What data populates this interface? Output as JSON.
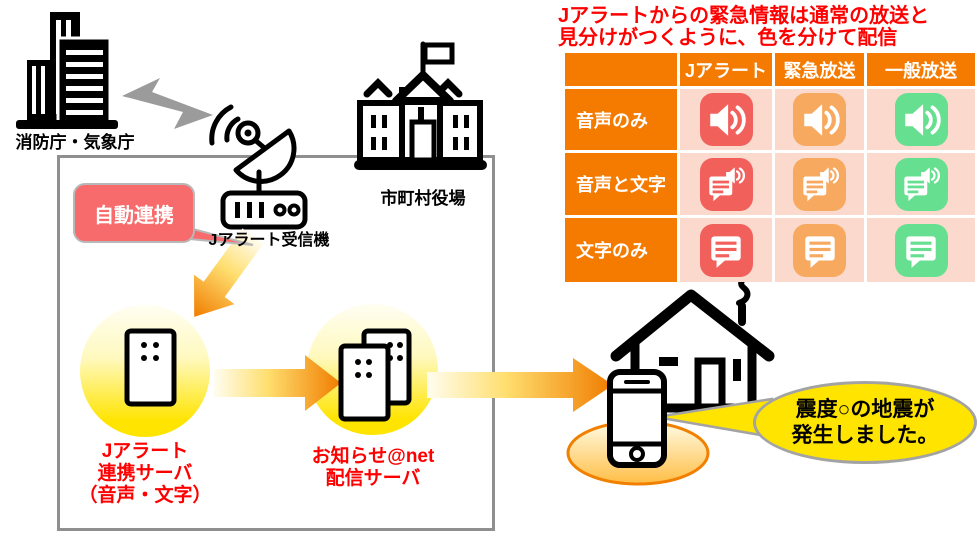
{
  "colors": {
    "orange": "#f57b00",
    "cell-bg": "#fbd9cc",
    "red-text": "#ff0000",
    "icon-jalert": "#f2605c",
    "icon-emergency": "#f6a95f",
    "icon-general": "#67df90",
    "bubble-salmon": "#f86b6c",
    "bubble-yellow": "#ffe400",
    "line-gray": "#8f8f8f",
    "arrow-orange": "#f07c00",
    "circle-yellow": "#ffe400"
  },
  "diagram": {
    "source_label": "消防庁・気象庁",
    "receiver_label": "Jアラート受信機",
    "municipal_label": "市町村役場",
    "auto_link_label": "自動連携",
    "server1": {
      "line1": "Jアラート",
      "line2": "連携サーバ",
      "line3": "（音声・文字）"
    },
    "server2": {
      "line1": "お知らせ@net",
      "line2": "配信サーバ"
    },
    "alert_bubble": {
      "line1": "震度○の地震が",
      "line2": "発生しました。"
    }
  },
  "table": {
    "caption": {
      "line1": "Jアラートからの緊急情報は通常の放送と",
      "line2": "見分けがつくように、色を分けて配信"
    },
    "col_headers": [
      "Jアラート",
      "緊急放送",
      "一般放送"
    ],
    "row_headers": [
      "音声のみ",
      "音声と文字",
      "文字のみ"
    ],
    "icons": {
      "row1": "speaker",
      "row2": "speaker-and-text",
      "row3": "text"
    }
  }
}
